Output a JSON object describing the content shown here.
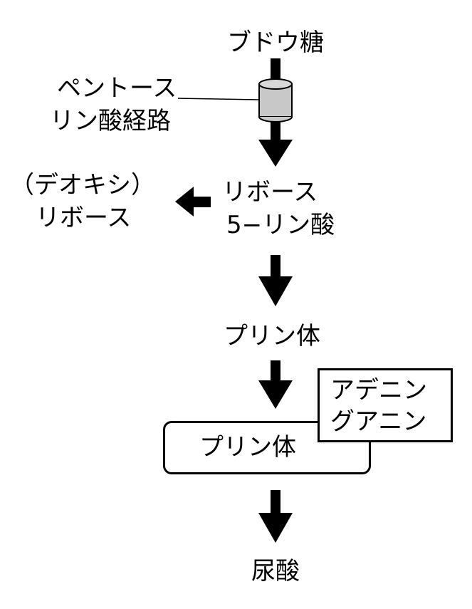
{
  "nodes": {
    "glucose": "ブドウ糖",
    "ppp_line1": "ペントース",
    "ppp_line2": "リン酸経路",
    "r5p_line1": "リボース",
    "r5p_line2": "5−リン酸",
    "deoxy_line1": "（デオキシ）",
    "deoxy_line2": "リボース",
    "purine1": "プリン体",
    "purine2": "プリン体",
    "bases_line1": "アデニン",
    "bases_line2": "グアニン",
    "uric_acid": "尿酸"
  }
}
